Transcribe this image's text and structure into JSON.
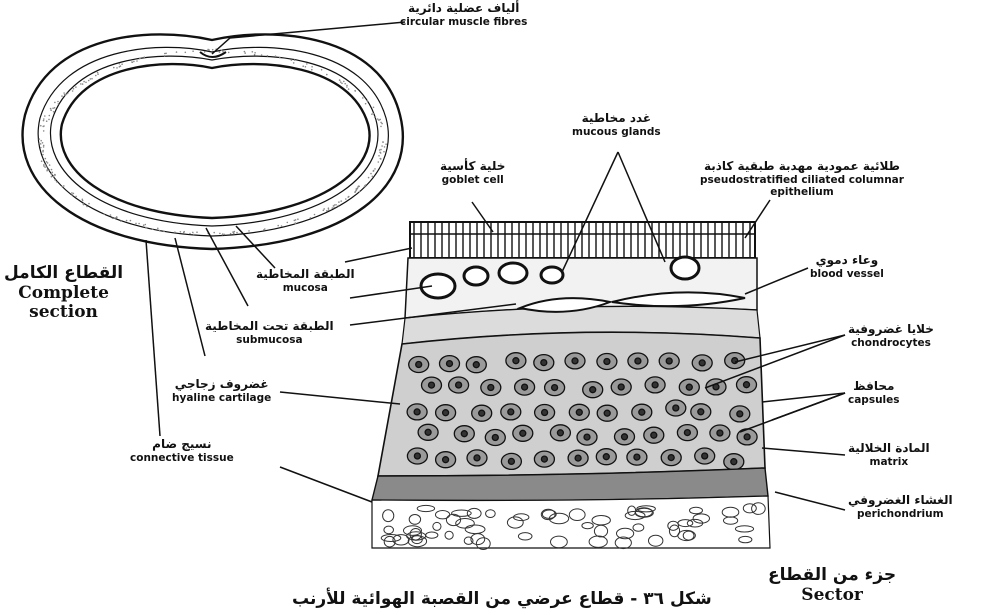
{
  "labels": {
    "circular_muscle": {
      "ar": "ألياف عضلية دائرية",
      "en": "circular muscle fibres"
    },
    "mucous_glands": {
      "ar": "غدد مخاطية",
      "en": "mucous glands"
    },
    "goblet_cell": {
      "ar": "خلية كأسية",
      "en": "goblet cell"
    },
    "epithelium": {
      "ar": "طلائية عمودية مهدبة طبقية كاذبة",
      "en1": "pseudostratified ciliated columnar",
      "en2": "epithelium"
    },
    "complete_section": {
      "ar": "القطاع الكامل",
      "en1": "Complete",
      "en2": "section"
    },
    "mucosa": {
      "ar": "الطبقة المخاطية",
      "en": "mucosa"
    },
    "blood_vessel": {
      "ar": "وعاء دموي",
      "en": "blood vessel"
    },
    "submucosa": {
      "ar": "الطبقة تحت المخاطية",
      "en": "submucosa"
    },
    "chondrocytes": {
      "ar": "خلايا غضروفية",
      "en": "chondrocytes"
    },
    "hyaline_cartilage": {
      "ar": "غضروف زجاجي",
      "en": "hyaline cartilage"
    },
    "capsules": {
      "ar": "محافظ",
      "en": "capsules"
    },
    "connective_tissue": {
      "ar": "نسيج ضام",
      "en": "connective tissue"
    },
    "matrix": {
      "ar": "المادة الخلالية",
      "en": "matrix"
    },
    "perichondrium": {
      "ar": "الغشاء الغضروفي",
      "en": "perichondrium"
    },
    "sector": {
      "ar": "جزء من القطاع",
      "en": "Sector"
    }
  },
  "caption": "شكل ٣٦ - قطاع عرضي من القصبة الهوائية للأرنب"
}
